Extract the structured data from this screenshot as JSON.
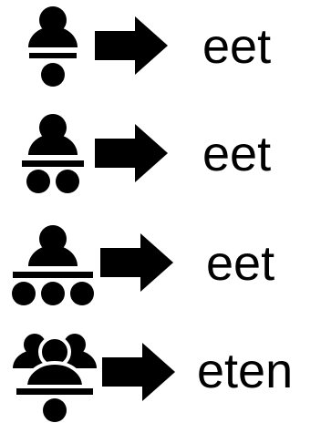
{
  "rows": [
    {
      "icon": "person-divided-by-one-icon",
      "verb": "eet"
    },
    {
      "icon": "person-over-two-icon",
      "verb": "eet"
    },
    {
      "icon": "person-over-three-icon",
      "verb": "eet"
    },
    {
      "icon": "group-over-one-icon",
      "verb": "eten"
    }
  ],
  "colors": {
    "foreground": "#000000",
    "background": "#ffffff"
  }
}
